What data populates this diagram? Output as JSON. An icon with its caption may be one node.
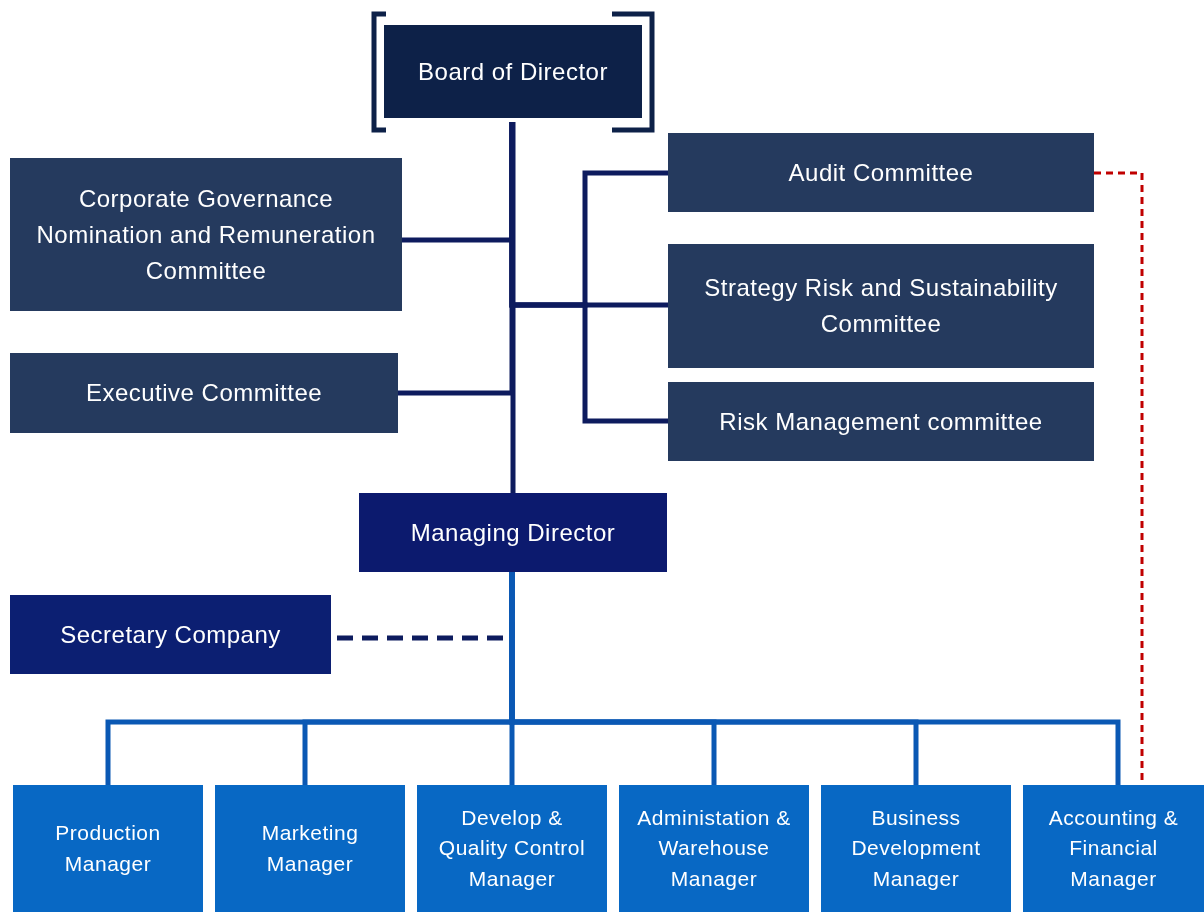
{
  "diagram": {
    "nodes": [
      {
        "text": [
          "Board of Director"
        ]
      },
      {
        "text": [
          "Corporate Governance Nomination and Remuneration Committee"
        ]
      },
      {
        "text": [
          "Audit Committee"
        ]
      },
      {
        "text": [
          "Strategy Risk and Sustainability Committee"
        ]
      },
      {
        "text": [
          "Executive Committee"
        ]
      },
      {
        "text": [
          "Risk Management committee"
        ]
      },
      {
        "text": [
          "Managing Director"
        ]
      },
      {
        "text": [
          "Secretary Company"
        ]
      },
      {
        "text": [
          "Production Manager"
        ]
      },
      {
        "text": [
          "Marketing Manager"
        ]
      },
      {
        "text": [
          "Develop & Quality Control Manager"
        ]
      },
      {
        "text": [
          "Administation & Warehouse Manager"
        ]
      },
      {
        "text": [
          "Business Development Manager"
        ]
      },
      {
        "text": [
          "Accounting & Financial Manager"
        ]
      }
    ],
    "edges": [
      {
        "from": 0,
        "to": 1,
        "arrow": "none"
      },
      {
        "from": 0,
        "to": 2,
        "arrow": "none"
      },
      {
        "from": 0,
        "to": 3,
        "arrow": "none"
      },
      {
        "from": 0,
        "to": 4,
        "arrow": "none"
      },
      {
        "from": 0,
        "to": 5,
        "arrow": "none"
      },
      {
        "from": 0,
        "to": 6,
        "arrow": "none"
      },
      {
        "from": 6,
        "to": 7,
        "arrow": "none",
        "style": "dashed"
      },
      {
        "from": 6,
        "to": 8,
        "arrow": "none",
        "color": "#0a58b4"
      },
      {
        "from": 6,
        "to": 9,
        "arrow": "none",
        "color": "#0a58b4"
      },
      {
        "from": 6,
        "to": 10,
        "arrow": "none",
        "color": "#0a58b4"
      },
      {
        "from": 6,
        "to": 11,
        "arrow": "none",
        "color": "#0a58b4"
      },
      {
        "from": 6,
        "to": 12,
        "arrow": "none",
        "color": "#0a58b4"
      },
      {
        "from": 6,
        "to": 13,
        "arrow": "none",
        "color": "#0a58b4"
      },
      {
        "from": 2,
        "to": 13,
        "arrow": "none",
        "style": "dashed",
        "color": "#c00000"
      }
    ]
  }
}
